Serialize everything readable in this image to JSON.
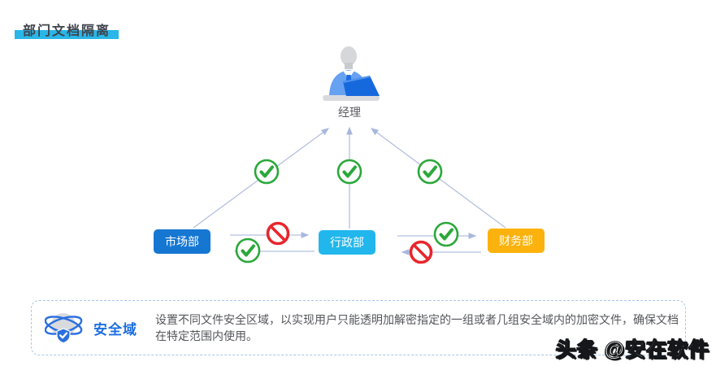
{
  "title": "部门文档隔离",
  "title_highlight_color": "#29b6e8",
  "org_chart": {
    "manager": {
      "label": "经理"
    },
    "departments": [
      {
        "label": "市场部",
        "color": "#1677d3"
      },
      {
        "label": "行政部",
        "color": "#21b7ed"
      },
      {
        "label": "财务部",
        "color": "#fcb20d"
      }
    ],
    "department_to_manager_links": [
      {
        "from": "市场部",
        "to": "经理",
        "status": "allowed"
      },
      {
        "from": "行政部",
        "to": "经理",
        "status": "allowed"
      },
      {
        "from": "财务部",
        "to": "经理",
        "status": "allowed"
      }
    ],
    "department_links": [
      {
        "from": "市场部",
        "to": "行政部",
        "status": "blocked"
      },
      {
        "from": "行政部",
        "to": "市场部",
        "status": "allowed"
      },
      {
        "from": "行政部",
        "to": "财务部",
        "status": "allowed"
      },
      {
        "from": "财务部",
        "to": "行政部",
        "status": "blocked"
      }
    ],
    "status_colors": {
      "allowed": "#2ba83a",
      "blocked": "#e8262c"
    },
    "arrow_color": "#b5c0df"
  },
  "info_box": {
    "title": "安全域",
    "title_color": "#1b6fe0",
    "description": "设置不同文件安全区域，以实现用户只能透明加解密指定的一组或者几组安全域内的加密文件，确保文档在特定范围内使用。"
  },
  "watermark": "头条 @安在软件"
}
